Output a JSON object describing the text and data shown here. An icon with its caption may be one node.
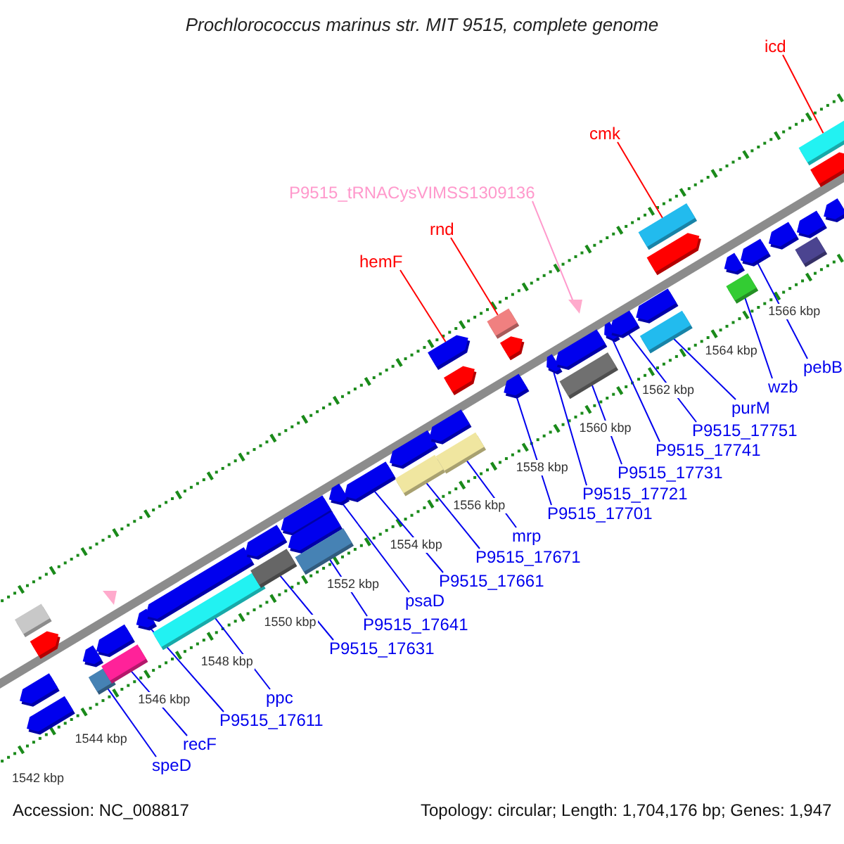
{
  "diagram": {
    "title": "Prochlorococcus marinus str. MIT 9515, complete genome",
    "nodes": [
      {
        "text": [],
        "shape": "box"
      },
      {
        "text": [],
        "shape": "pentagon"
      },
      {
        "text": [],
        "shape": "pentagon"
      },
      {
        "text": [],
        "shape": "pentagon"
      },
      {
        "text": [],
        "shape": "pentagon"
      },
      {
        "text": [],
        "shape": "box"
      },
      {
        "text": [],
        "shape": "triangle"
      },
      {
        "text": [],
        "shape": "pentagon"
      },
      {
        "text": [],
        "shape": "box"
      },
      {
        "text": [],
        "shape": "pentagon"
      },
      {
        "text": [],
        "shape": "pentagon"
      },
      {
        "text": [],
        "shape": "box"
      },
      {
        "text": [],
        "shape": "pentagon"
      },
      {
        "text": [],
        "shape": "box"
      },
      {
        "text": [],
        "shape": "pentagon"
      },
      {
        "text": [],
        "shape": "pentagon"
      },
      {
        "text": [],
        "shape": "box"
      },
      {
        "text": [],
        "shape": "pentagon"
      },
      {
        "text": [],
        "shape": "pentagon"
      },
      {
        "text": [],
        "shape": "pentagon"
      },
      {
        "text": [],
        "shape": "box"
      },
      {
        "text": [],
        "shape": "pentagon"
      },
      {
        "text": [],
        "shape": "pentagon"
      },
      {
        "text": [],
        "shape": "box"
      },
      {
        "text": [],
        "shape": "pentagon"
      },
      {
        "text": [],
        "shape": "box"
      },
      {
        "text": [],
        "shape": "pentagon"
      },
      {
        "text": [],
        "shape": "pentagon"
      },
      {
        "text": [],
        "shape": "pentagon"
      },
      {
        "text": [],
        "shape": "triangle"
      },
      {
        "text": [],
        "shape": "pentagon"
      },
      {
        "text": [],
        "shape": "box"
      },
      {
        "text": [],
        "shape": "pentagon"
      },
      {
        "text": [],
        "shape": "pentagon"
      },
      {
        "text": [],
        "shape": "pentagon"
      },
      {
        "text": [],
        "shape": "box"
      },
      {
        "text": [],
        "shape": "box"
      },
      {
        "text": [],
        "shape": "pentagon"
      },
      {
        "text": [],
        "shape": "pentagon"
      },
      {
        "text": [],
        "shape": "box"
      },
      {
        "text": [],
        "shape": "pentagon"
      },
      {
        "text": [],
        "shape": "pentagon"
      },
      {
        "text": [],
        "shape": "pentagon"
      },
      {
        "text": [],
        "shape": "box"
      },
      {
        "text": [],
        "shape": "box"
      },
      {
        "text": [],
        "shape": "pentagon"
      },
      {
        "text": [],
        "shape": "pentagon"
      },
      {
        "text": [
          "speD"
        ]
      },
      {
        "text": [
          "recF"
        ]
      },
      {
        "text": [
          "P9515_17611"
        ]
      },
      {
        "text": [
          "ppc"
        ]
      },
      {
        "text": [
          "P9515_17631"
        ]
      },
      {
        "text": [
          "P9515_17641"
        ]
      },
      {
        "text": [
          "psaD"
        ]
      },
      {
        "text": [
          "P9515_17661"
        ]
      },
      {
        "text": [
          "P9515_17671"
        ]
      },
      {
        "text": [
          "mrp"
        ]
      },
      {
        "text": [
          "P9515_17701"
        ]
      },
      {
        "text": [
          "P9515_17721"
        ]
      },
      {
        "text": [
          "P9515_17731"
        ]
      },
      {
        "text": [
          "P9515_17741"
        ]
      },
      {
        "text": [
          "P9515_17751"
        ]
      },
      {
        "text": [
          "purM"
        ]
      },
      {
        "text": [
          "wzb"
        ]
      },
      {
        "text": [
          "pebB"
        ]
      },
      {
        "text": [
          "hemF"
        ]
      },
      {
        "text": [
          "rnd"
        ]
      },
      {
        "text": [
          "P9515_tRNACysVIMSS1309136"
        ]
      },
      {
        "text": [
          "cmk"
        ]
      },
      {
        "text": [
          "icd"
        ]
      }
    ],
    "edges": [
      {
        "from": 47,
        "to": 5,
        "arrow": "none"
      },
      {
        "from": 48,
        "to": 8,
        "arrow": "none"
      },
      {
        "from": 49,
        "to": 9,
        "arrow": "none"
      },
      {
        "from": 50,
        "to": 11,
        "arrow": "none"
      },
      {
        "from": 51,
        "to": 13,
        "arrow": "none"
      },
      {
        "from": 52,
        "to": 16,
        "arrow": "none"
      },
      {
        "from": 53,
        "to": 17,
        "arrow": "none"
      },
      {
        "from": 54,
        "to": 18,
        "arrow": "none"
      },
      {
        "from": 55,
        "to": 20,
        "arrow": "none"
      },
      {
        "from": 56,
        "to": 23,
        "arrow": "none"
      },
      {
        "from": 57,
        "to": 27,
        "arrow": "none"
      },
      {
        "from": 58,
        "to": 28,
        "arrow": "none"
      },
      {
        "from": 59,
        "to": 31,
        "arrow": "none"
      },
      {
        "from": 60,
        "to": 32,
        "arrow": "none"
      },
      {
        "from": 61,
        "to": 33,
        "arrow": "none"
      },
      {
        "from": 62,
        "to": 35,
        "arrow": "none"
      },
      {
        "from": 63,
        "to": 39,
        "arrow": "none"
      },
      {
        "from": 64,
        "to": 40,
        "arrow": "none"
      },
      {
        "from": 65,
        "to": 22,
        "arrow": "none",
        "color": "#ff0000"
      },
      {
        "from": 66,
        "to": 25,
        "arrow": "none",
        "color": "#ff0000"
      },
      {
        "from": 67,
        "to": 29,
        "arrow": "none",
        "color": "#ff99cc"
      },
      {
        "from": 68,
        "to": 36,
        "arrow": "none",
        "color": "#ff0000"
      },
      {
        "from": 69,
        "to": 44,
        "arrow": "none",
        "color": "#ff0000"
      }
    ],
    "labels": [
      "1542 kbp",
      "1544 kbp",
      "1546 kbp",
      "1548 kbp",
      "1550 kbp",
      "1552 kbp",
      "1554 kbp",
      "1556 kbp",
      "1558 kbp",
      "1560 kbp",
      "1562 kbp",
      "1564 kbp",
      "1566 kbp",
      "Accession: NC_008817",
      "Topology: circular; Length: 1,704,176 bp; Genes: 1,947"
    ]
  }
}
